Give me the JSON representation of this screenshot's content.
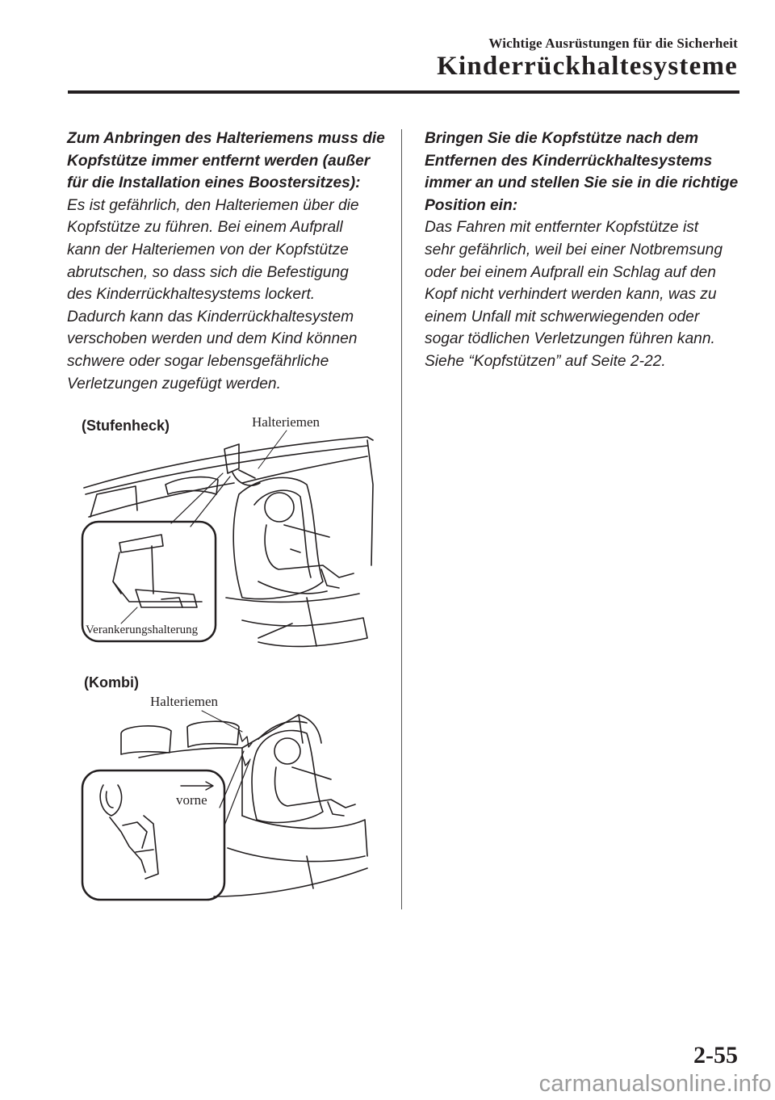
{
  "header": {
    "section": "Wichtige Ausrüstungen für die Sicherheit",
    "title": "Kinderrückhaltesysteme"
  },
  "left_column": {
    "bold_lines": [
      "Zum Anbringen des Halteriemens muss die",
      "Kopfstütze immer entfernt werden (außer",
      "für die Installation eines Boostersitzes):"
    ],
    "body_lines": [
      "Es ist gefährlich, den Halteriemen über die",
      "Kopfstütze zu führen. Bei einem Aufprall",
      "kann der Halteriemen von der Kopfstütze",
      "abrutschen, so dass sich die Befestigung",
      "des Kinderrückhaltesystems lockert.",
      "Dadurch kann das Kinderrückhaltesystem",
      "verschoben werden und dem Kind können",
      "schwere oder sogar lebensgefährliche",
      "Verletzungen zugefügt werden."
    ]
  },
  "right_column": {
    "bold_lines": [
      "Bringen Sie die Kopfstütze nach dem",
      "Entfernen des Kinderrückhaltesystems",
      "immer an und stellen Sie sie in die richtige",
      "Position ein:"
    ],
    "body_lines": [
      "Das Fahren mit entfernter Kopfstütze ist",
      "sehr gefährlich, weil bei einer Notbremsung",
      "oder bei einem Aufprall ein Schlag auf den",
      "Kopf nicht verhindert werden kann, was zu",
      "einem Unfall mit schwerwiegenden oder",
      "sogar tödlichen Verletzungen führen kann.",
      "Siehe “Kopfstützen” auf Seite 2-22."
    ]
  },
  "figures": {
    "sedan": {
      "label": "(Stufenheck)",
      "callout_strap": "Halteriemen",
      "callout_anchor": "Verankerungshalterung"
    },
    "wagon": {
      "label": "(Kombi)",
      "callout_strap": "Halteriemen",
      "callout_forward": "vorne"
    }
  },
  "footer": {
    "page_number": "2-55",
    "watermark": "carmanualsonline.info"
  }
}
